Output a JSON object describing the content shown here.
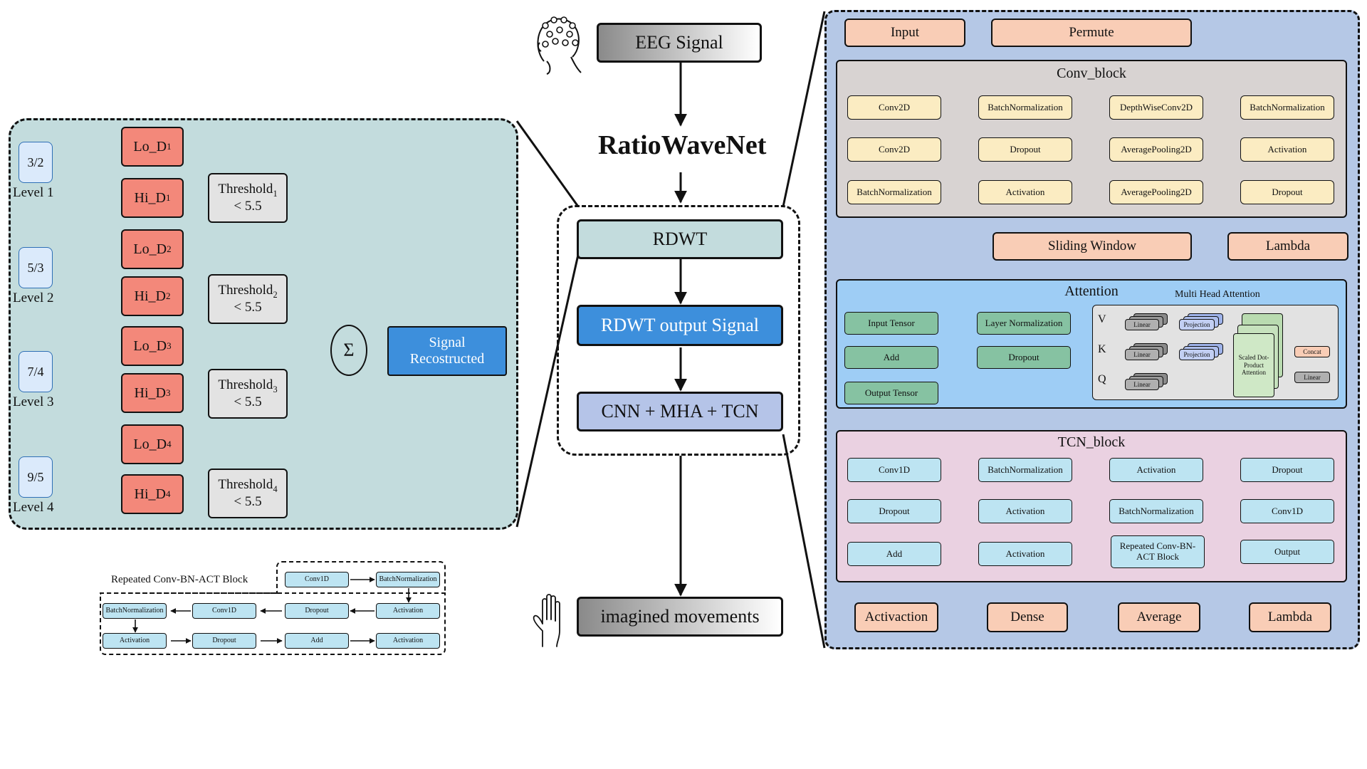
{
  "rdwt_panel": {
    "levels": [
      {
        "ratio": "3/2",
        "label": "Level 1"
      },
      {
        "ratio": "5/3",
        "label": "Level 2"
      },
      {
        "ratio": "7/4",
        "label": "Level 3"
      },
      {
        "ratio": "9/5",
        "label": "Level 4"
      }
    ],
    "lo": [
      "Lo_D",
      "Lo_D",
      "Lo_D",
      "Lo_D"
    ],
    "hi": [
      "Hi_D",
      "Hi_D",
      "Hi_D",
      "Hi_D"
    ],
    "subs": [
      "1",
      "2",
      "3",
      "4"
    ],
    "threshold_word": "Threshold",
    "threshold_value": "< 5.5",
    "sum_symbol": "Σ",
    "signal_line1": "Signal",
    "signal_line2": "Recostructed"
  },
  "repeated_block": {
    "title": "Repeated Conv-BN-ACT Block",
    "row1": [
      "Conv1D",
      "BatchNormalization"
    ],
    "row2": [
      "BatchNormalization",
      "Conv1D",
      "Dropout",
      "Activation"
    ],
    "row3": [
      "Activation",
      "Dropout",
      "Add",
      "Activation"
    ]
  },
  "center": {
    "eeg": "EEG Signal",
    "model": "RatioWaveNet",
    "rdwt": "RDWT",
    "rdwt_out": "RDWT output Signal",
    "cnn": "CNN + MHA + TCN",
    "output": "imagined movements"
  },
  "arch": {
    "input": "Input",
    "permute": "Permute",
    "conv_title": "Conv_block",
    "conv_row1": [
      "Conv2D",
      "BatchNormalization",
      "DepthWiseConv2D",
      "BatchNormalization"
    ],
    "conv_row2": [
      "Conv2D",
      "Dropout",
      "AveragePooling2D",
      "Activation"
    ],
    "conv_row3": [
      "BatchNormalization",
      "Activation",
      "AveragePooling2D",
      "Dropout"
    ],
    "sliding": "Sliding Window",
    "lambda1": "Lambda",
    "attn_title": "Attention",
    "mha_title": "Multi Head Attention",
    "attn_left": [
      "Input Tensor",
      "Layer Normalization",
      "Add",
      "Dropout",
      "Output Tensor"
    ],
    "qkv": [
      "V",
      "K",
      "Q"
    ],
    "linear": "Linear",
    "projection": "Projection",
    "sdpa": "Scaled Dot-Product Attention",
    "concat": "Concat",
    "tcn_title": "TCN_block",
    "tcn_row1": [
      "Conv1D",
      "BatchNormalization",
      "Activation",
      "Dropout"
    ],
    "tcn_row2": [
      "Dropout",
      "Activation",
      "BatchNormalization",
      "Conv1D"
    ],
    "tcn_row3": [
      "Add",
      "Activation",
      "Repeated Conv-BN-ACT Block",
      "Output"
    ],
    "bottom": [
      "Activaction",
      "Dense",
      "Average",
      "Lambda"
    ]
  }
}
